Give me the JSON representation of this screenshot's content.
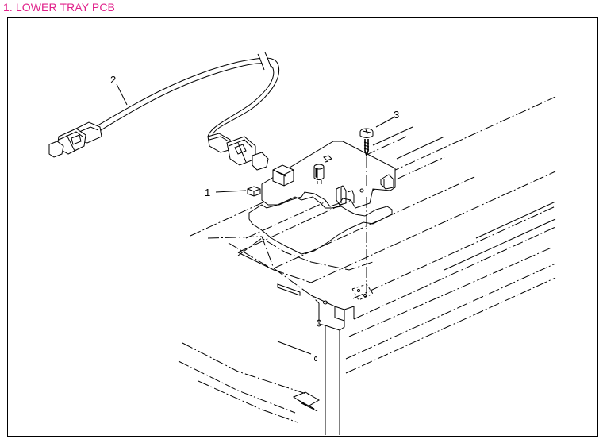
{
  "header": {
    "title": "1. LOWER TRAY PCB"
  },
  "callouts": [
    {
      "id": 1,
      "text": "1"
    },
    {
      "id": 2,
      "text": "2"
    },
    {
      "id": 3,
      "text": "3"
    }
  ],
  "colors": {
    "title": "#e0218a",
    "line": "#000000",
    "background": "#ffffff"
  }
}
